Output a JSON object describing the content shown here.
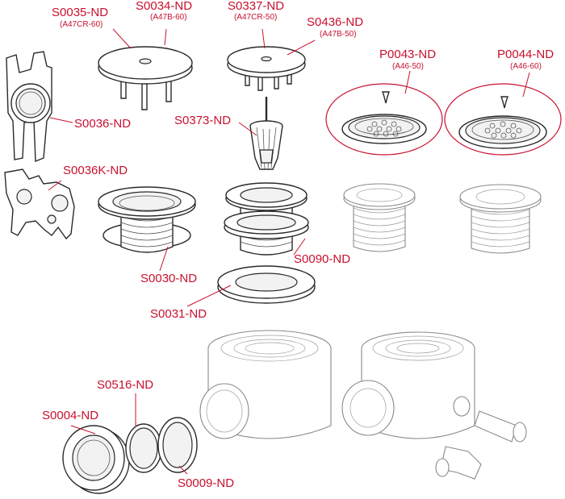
{
  "parts": [
    {
      "code": "S0035-ND",
      "variant": "(A47CR-60)"
    },
    {
      "code": "S0034-ND",
      "variant": "(A47B-60)"
    },
    {
      "code": "S0337-ND",
      "variant": "(A47CR-50)"
    },
    {
      "code": "S0436-ND",
      "variant": "(A47B-50)"
    },
    {
      "code": "P0043-ND",
      "variant": "(A46-50)"
    },
    {
      "code": "P0044-ND",
      "variant": "(A46-60)"
    },
    {
      "code": "S0036-ND"
    },
    {
      "code": "S0373-ND"
    },
    {
      "code": "S0036K-ND"
    },
    {
      "code": "S0030-ND"
    },
    {
      "code": "S0090-ND"
    },
    {
      "code": "S0031-ND"
    },
    {
      "code": "S0516-ND"
    },
    {
      "code": "S0004-ND"
    },
    {
      "code": "S0009-ND"
    }
  ],
  "colors": {
    "label": "#c8102e",
    "line": "#2a2a2a",
    "faint": "#8a8a8a"
  }
}
